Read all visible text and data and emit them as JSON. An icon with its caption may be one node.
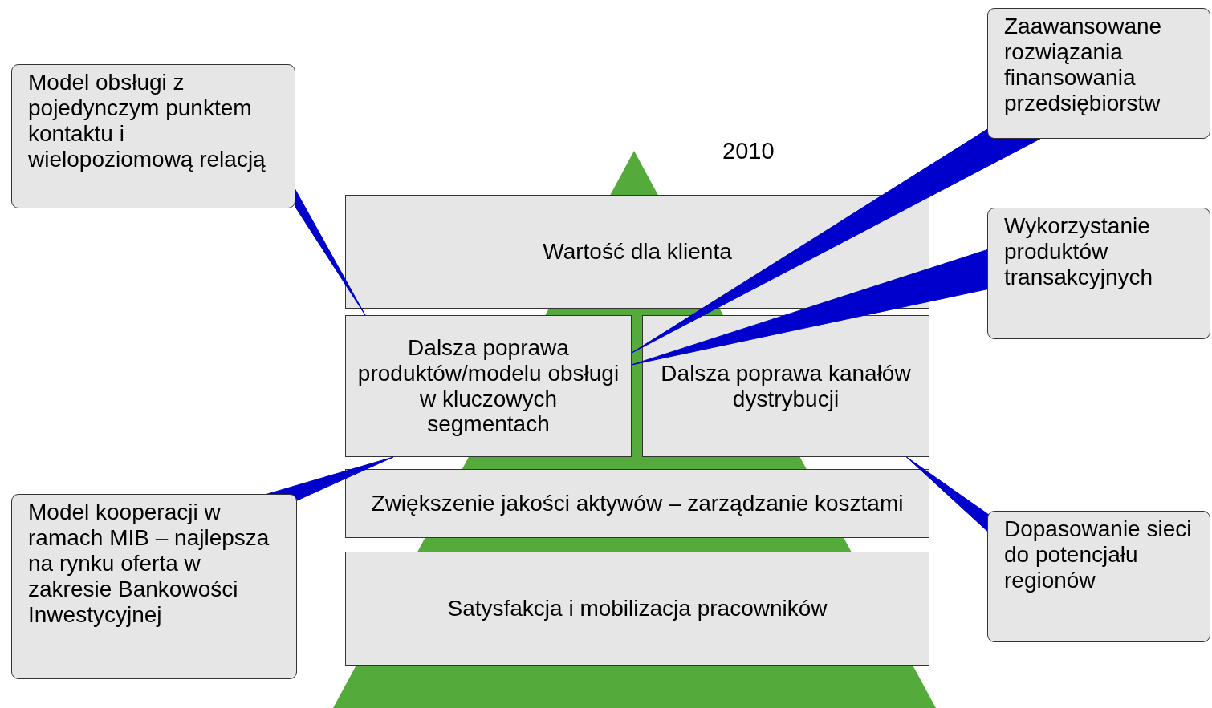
{
  "diagram": {
    "nodes": [
      {
        "text": [
          "Model obsługi z pojedynczym punktem kontaktu i wielopoziomową relacją"
        ]
      },
      {
        "text": [
          "Zaawansowane rozwiązania finansowania przedsiębiorstw"
        ]
      },
      {
        "text": [
          "Wartość dla klienta"
        ]
      },
      {
        "text": [
          "Wykorzystanie produktów transakcyjnych"
        ]
      },
      {
        "text": [
          "Dalsza poprawa produktów/modelu obsługi w kluczowych segmentach"
        ]
      },
      {
        "text": [
          "Dalsza poprawa kanałów dystrybucji"
        ]
      },
      {
        "text": [
          "Zwiększenie jakości aktywów – zarządzanie kosztami"
        ]
      },
      {
        "text": [
          "Model kooperacji w ramach MIB – najlepsza na rynku oferta w zakresie Bankowości Inwestycyjnej"
        ]
      },
      {
        "text": [
          "Dopasowanie sieci do potencjału regionów"
        ]
      },
      {
        "text": [
          "Satysfakcja i mobilizacja pracowników"
        ]
      }
    ],
    "edges": [
      {
        "from": 0,
        "to": 4,
        "arrow": "none"
      },
      {
        "from": 1,
        "to": 4,
        "arrow": "none"
      },
      {
        "from": 3,
        "to": 4,
        "arrow": "none"
      },
      {
        "from": 7,
        "to": 4,
        "arrow": "none"
      },
      {
        "from": 8,
        "to": 5,
        "arrow": "none"
      }
    ],
    "labels": [
      "2010"
    ]
  }
}
